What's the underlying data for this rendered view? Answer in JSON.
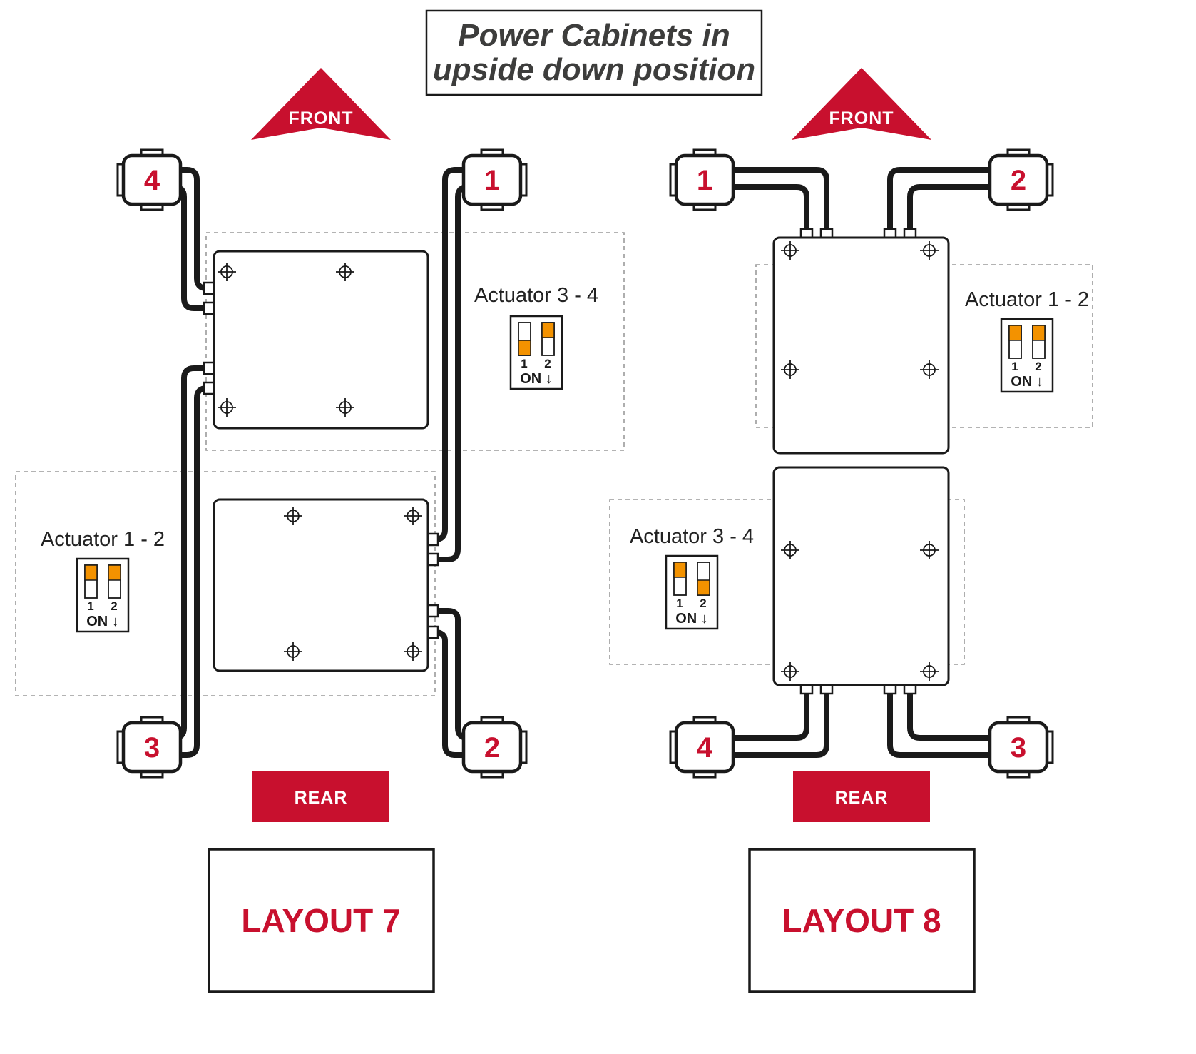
{
  "title": {
    "line1": "Power Cabinets in",
    "line2": "upside down position"
  },
  "labels": {
    "front": "FRONT",
    "rear": "REAR",
    "dip_ch1": "1",
    "dip_ch2": "2",
    "dip_on": "ON ↓"
  },
  "colors": {
    "accent_red": "#c8102e",
    "switch_orange": "#f39200",
    "line_black": "#1a1a1a",
    "dashed_gray": "#9a9a9a"
  },
  "layout7": {
    "name": "LAYOUT 7",
    "connectors": {
      "top_left": "4",
      "top_right": "1",
      "bottom_left": "3",
      "bottom_right": "2"
    },
    "dip_top": {
      "label": "Actuator 3 - 4",
      "switch1": "ON",
      "switch2": "OFF"
    },
    "dip_bottom": {
      "label": "Actuator 1 - 2",
      "switch1": "OFF",
      "switch2": "OFF"
    }
  },
  "layout8": {
    "name": "LAYOUT 8",
    "connectors": {
      "top_left": "1",
      "top_right": "2",
      "bottom_left": "4",
      "bottom_right": "3"
    },
    "dip_top": {
      "label": "Actuator 1 - 2",
      "switch1": "OFF",
      "switch2": "OFF"
    },
    "dip_bottom": {
      "label": "Actuator 3 - 4",
      "switch1": "OFF",
      "switch2": "ON"
    }
  }
}
